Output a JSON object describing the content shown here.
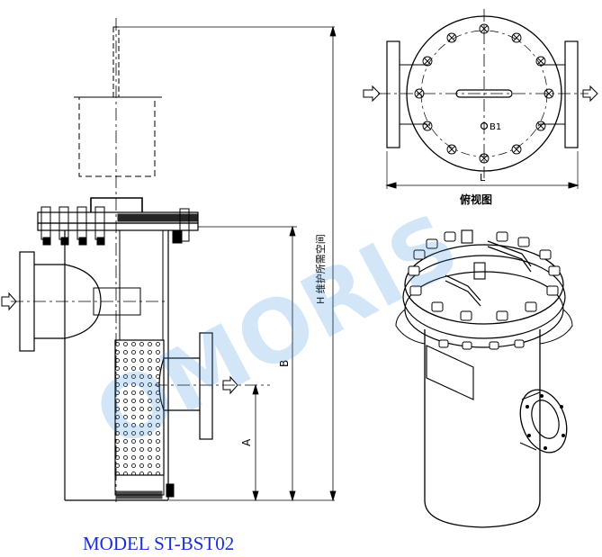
{
  "model": "MODEL ST-BST02",
  "watermark": "OMORIS",
  "labels": {
    "dim_h": "H 维护所需空间",
    "dim_b": "B",
    "dim_a": "A",
    "dim_l": "L",
    "port_b1": "B1",
    "top_view": "俯视图"
  },
  "colors": {
    "model_text": "#1a2fd6",
    "watermark": "#3d8fe0",
    "line": "#000000"
  }
}
